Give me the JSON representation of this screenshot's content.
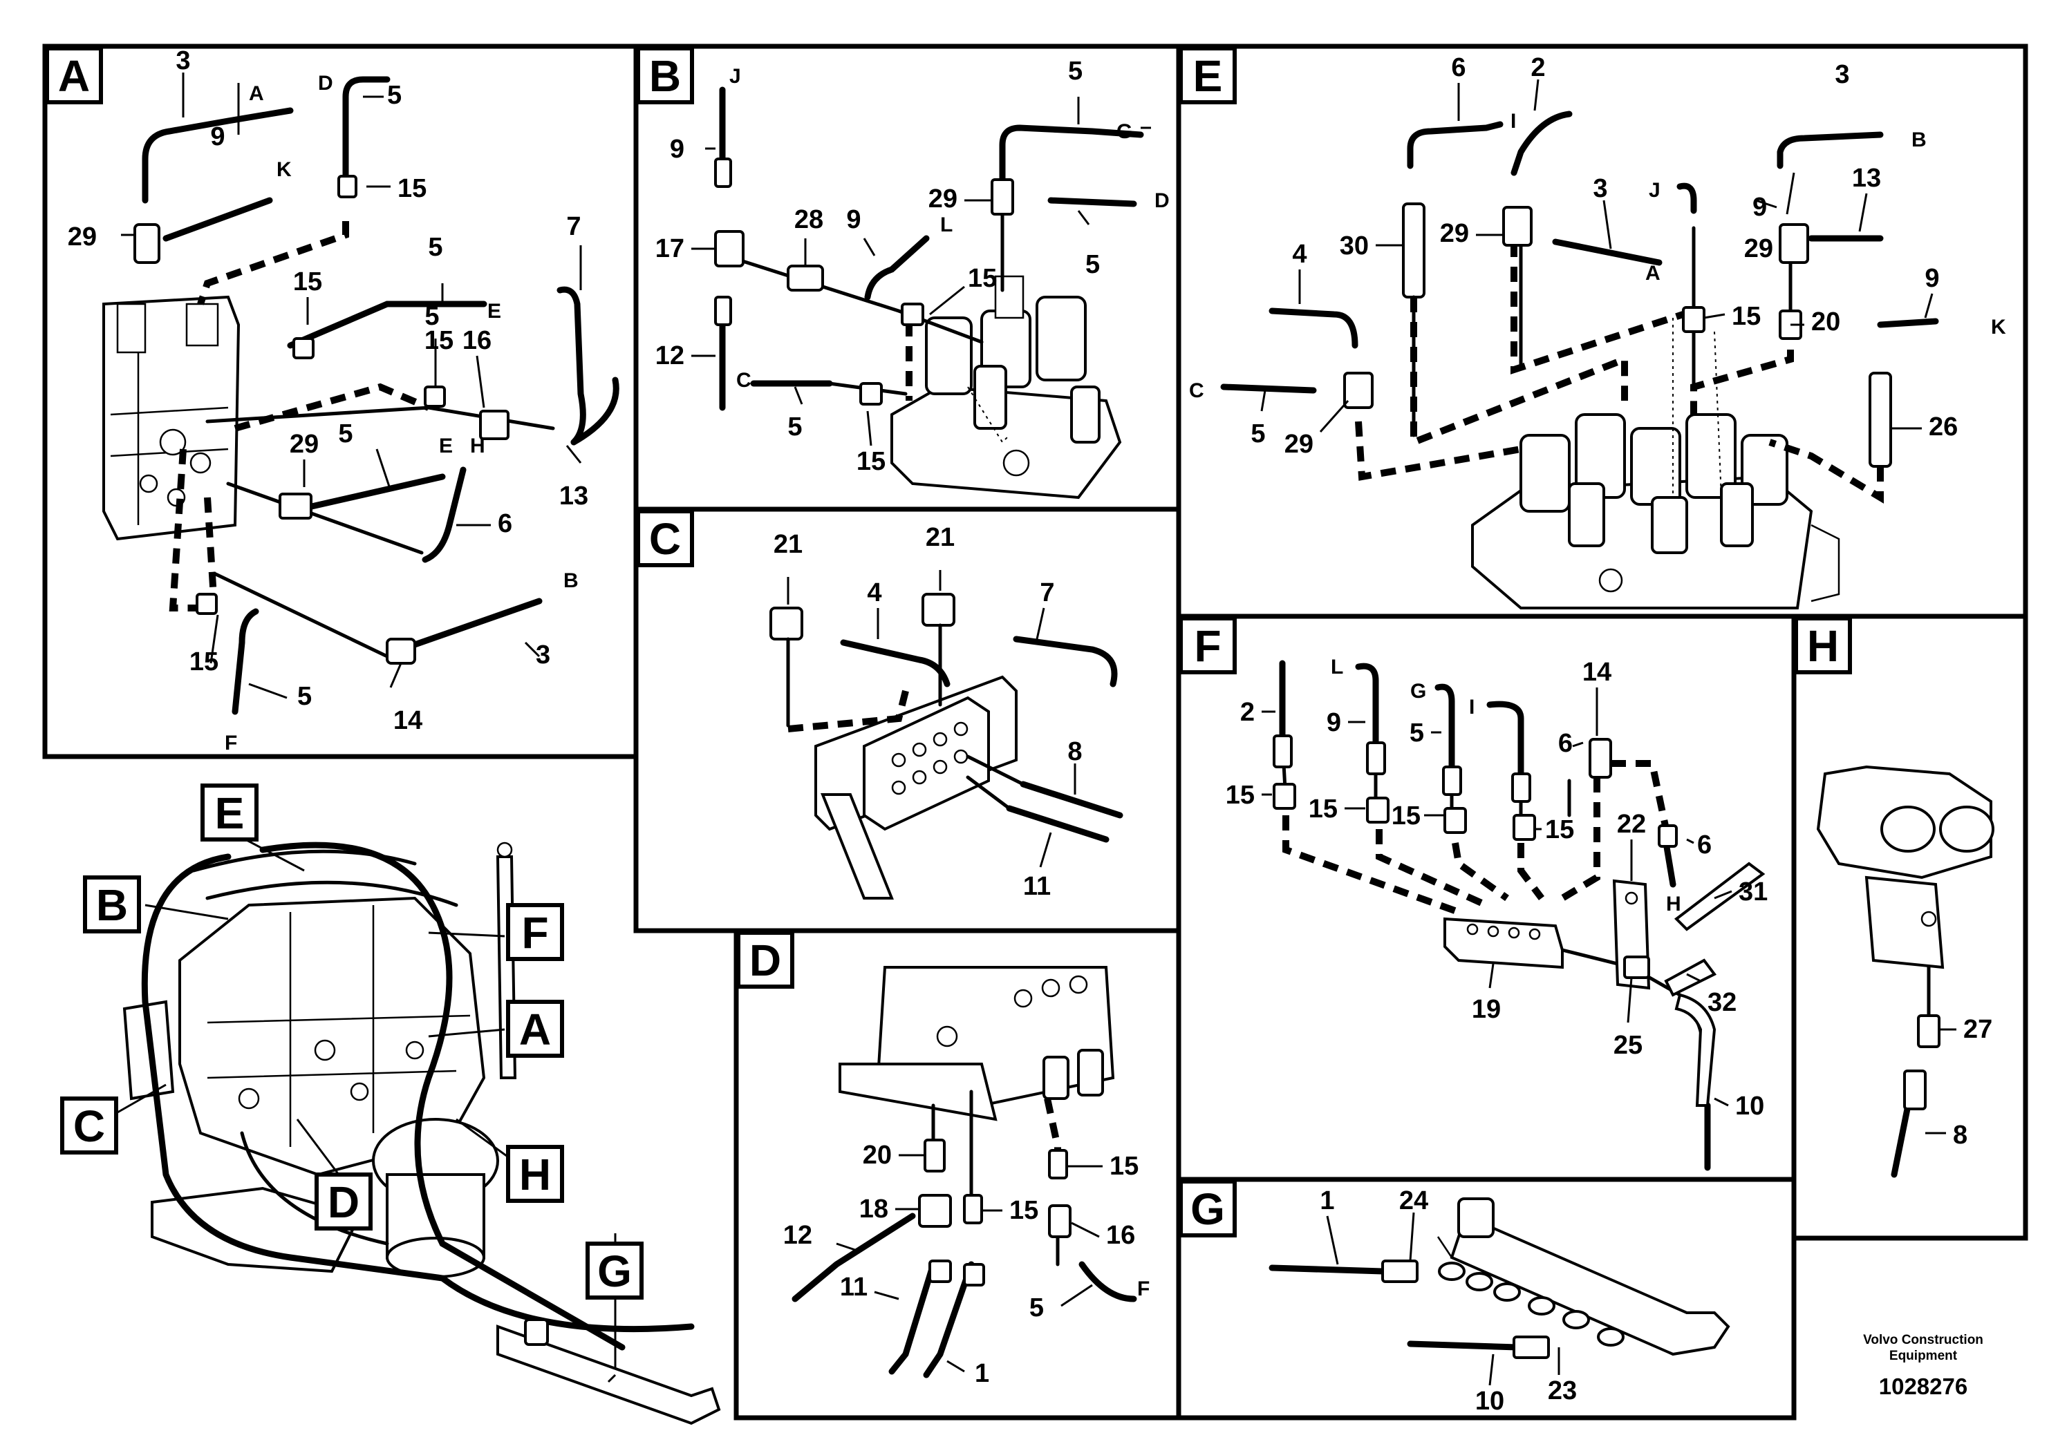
{
  "panels": {
    "A": {
      "tag": "A",
      "callouts": [
        "3",
        "5",
        "9",
        "15",
        "29",
        "15",
        "5",
        "7",
        "5",
        "15",
        "16",
        "5",
        "29",
        "6",
        "13",
        "15",
        "5",
        "14",
        "3"
      ],
      "ports": [
        "A",
        "D",
        "K",
        "E",
        "E",
        "H",
        "B",
        "F"
      ]
    },
    "B": {
      "tag": "B",
      "callouts": [
        "9",
        "5",
        "29",
        "5",
        "17",
        "28",
        "9",
        "15",
        "12",
        "5",
        "15"
      ],
      "ports": [
        "J",
        "G",
        "D",
        "L",
        "C"
      ]
    },
    "C": {
      "tag": "C",
      "callouts": [
        "21",
        "4",
        "21",
        "7",
        "8",
        "11"
      ]
    },
    "D": {
      "tag": "D",
      "callouts": [
        "20",
        "15",
        "18",
        "15",
        "16",
        "12",
        "11",
        "5",
        "1"
      ],
      "ports": [
        "F"
      ]
    },
    "E": {
      "tag": "E",
      "callouts": [
        "6",
        "2",
        "3",
        "30",
        "29",
        "3",
        "9",
        "29",
        "13",
        "4",
        "15",
        "20",
        "9",
        "5",
        "29",
        "26"
      ],
      "ports": [
        "I",
        "J",
        "B",
        "A",
        "C",
        "K"
      ]
    },
    "F": {
      "tag": "F",
      "callouts": [
        "2",
        "9",
        "5",
        "6",
        "14",
        "15",
        "15",
        "15",
        "15",
        "22",
        "6",
        "31",
        "19",
        "32",
        "25",
        "10"
      ],
      "ports": [
        "L",
        "G",
        "I",
        "H"
      ]
    },
    "G": {
      "tag": "G",
      "callouts": [
        "1",
        "24",
        "10",
        "23"
      ]
    },
    "H": {
      "tag": "H",
      "callouts": [
        "27",
        "8"
      ]
    }
  },
  "overview": {
    "tags": [
      "E",
      "B",
      "F",
      "A",
      "C",
      "D",
      "H",
      "G"
    ]
  },
  "footer": {
    "brand_line1": "Volvo Construction",
    "brand_line2": "Equipment",
    "document_number": "1028276"
  },
  "colors": {
    "ink": "#000000",
    "paper": "#ffffff"
  }
}
